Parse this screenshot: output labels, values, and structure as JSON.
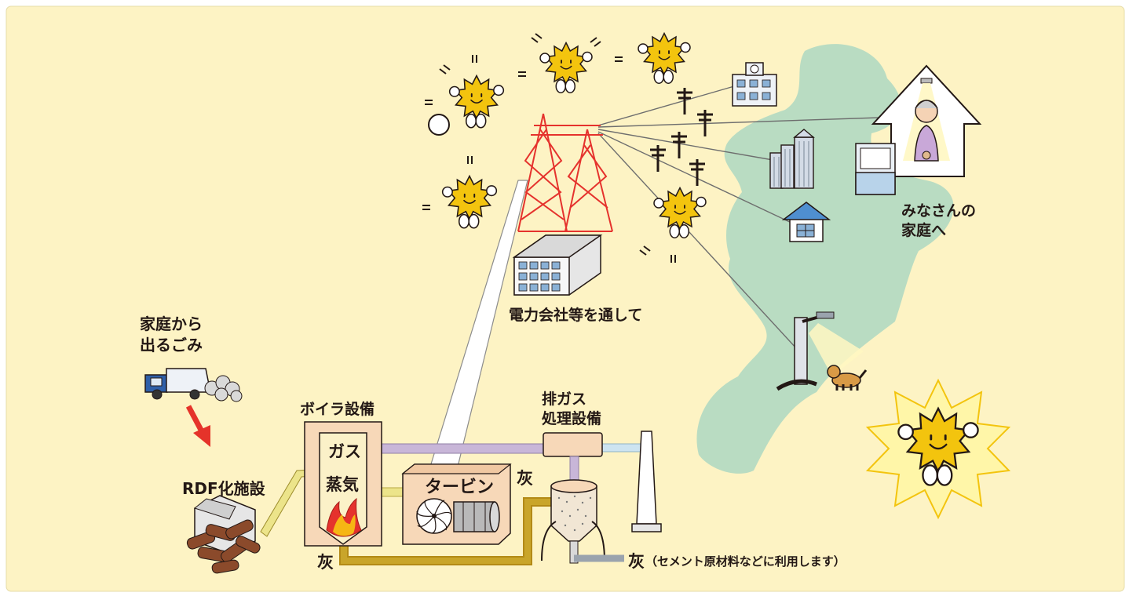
{
  "colors": {
    "background": "#fdf3c4",
    "land": "#b9dcc2",
    "tower": "#e5322d",
    "gas_pipe": "#c8b6d8",
    "steam_pipe": "#ece48a",
    "ash_pipe": "#c9a52a",
    "equipment": "#f7d8b8",
    "mascot": "#f3c40e",
    "arrow": "#e5332a"
  },
  "labels": {
    "household_garbage_line1": "家庭から",
    "household_garbage_line2": "出るごみ",
    "rdf_facility": "RDF化施設",
    "boiler": "ボイラ設備",
    "gas": "ガス",
    "steam": "蒸気",
    "turbine": "タービン",
    "exhaust_line1": "排ガス",
    "exhaust_line2": "処理設備",
    "ash_boiler": "灰",
    "ash_exhaust": "灰",
    "ash_output_char": "灰",
    "ash_output_note": "（セメント原材料などに利用します）",
    "power_company": "電力会社等を通して",
    "to_homes_line1": "みなさんの",
    "to_homes_line2": "家庭へ"
  },
  "icons": {
    "truck": "garbage-truck-icon",
    "rdf_pile": "rdf-fuel-pile-icon",
    "flame": "flame-icon",
    "tower": "transmission-tower-icon",
    "mascot": "sun-mascot-icon",
    "school": "school-building-icon",
    "skyscraper": "skyscraper-icon",
    "house": "house-icon",
    "streetlight": "streetlight-icon",
    "dog": "dog-icon",
    "grandmother": "grandmother-icon"
  }
}
